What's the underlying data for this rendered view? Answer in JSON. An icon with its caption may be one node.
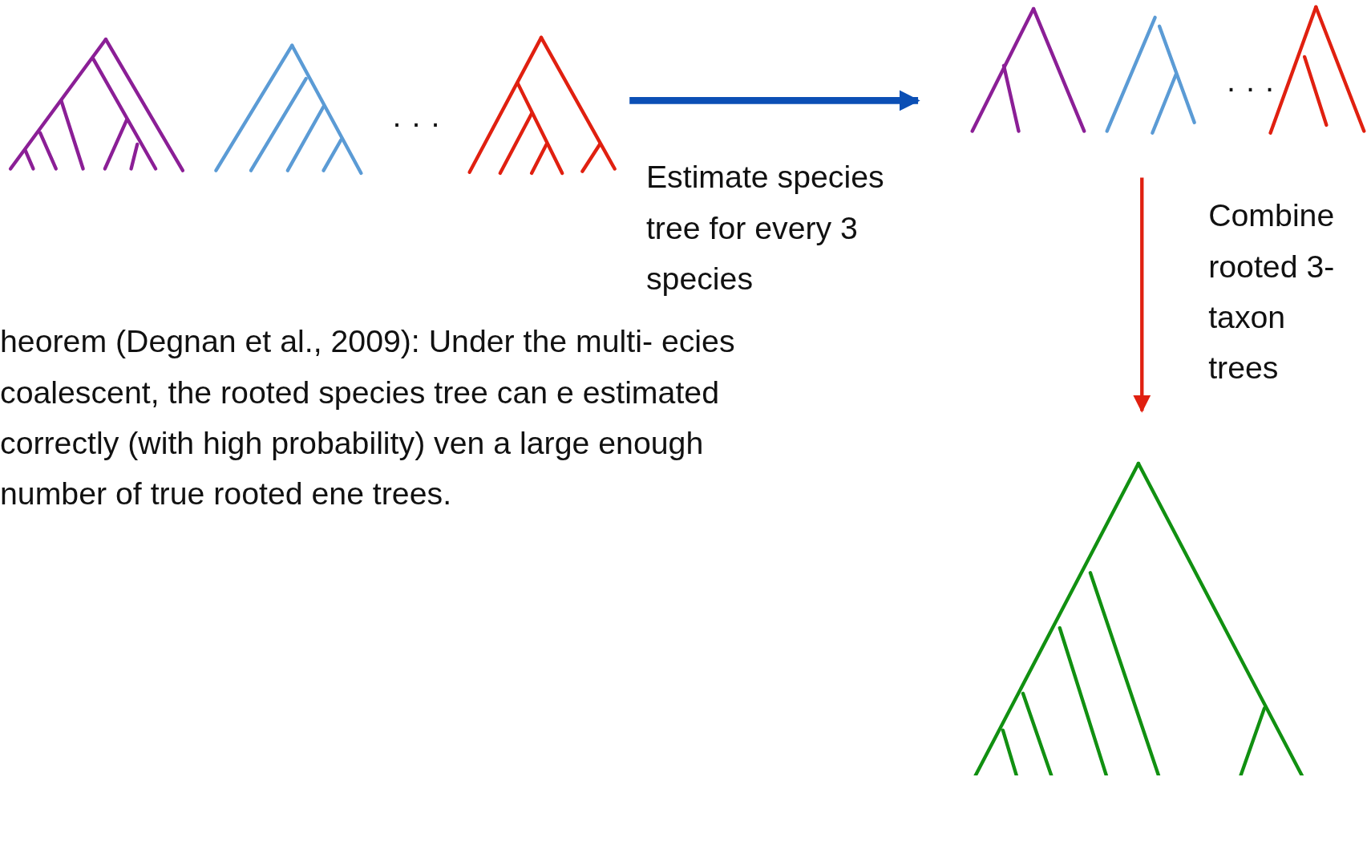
{
  "diagram": {
    "nodes": [
      {
        "text": [],
        "shape": "picture"
      },
      {
        "text": [],
        "shape": "picture"
      },
      {
        "text": [],
        "shape": "picture"
      }
    ],
    "edges": [
      {
        "from": 0,
        "to": 1,
        "arrow": "to",
        "label": "Estimate species tree for every 3 species",
        "style": "thick",
        "color": "#0b4fb5"
      },
      {
        "from": 1,
        "to": 2,
        "arrow": "to",
        "label": "Combine rooted 3-taxon trees",
        "color": "#e02010"
      }
    ],
    "labels": [
      "· · ·",
      "· · ·",
      "heorem (Degnan et al., 2009): Under the multi- ecies coalescent, the rooted species tree can e estimated correctly (with high probability) ven a large enough number of true rooted ene trees."
    ]
  }
}
